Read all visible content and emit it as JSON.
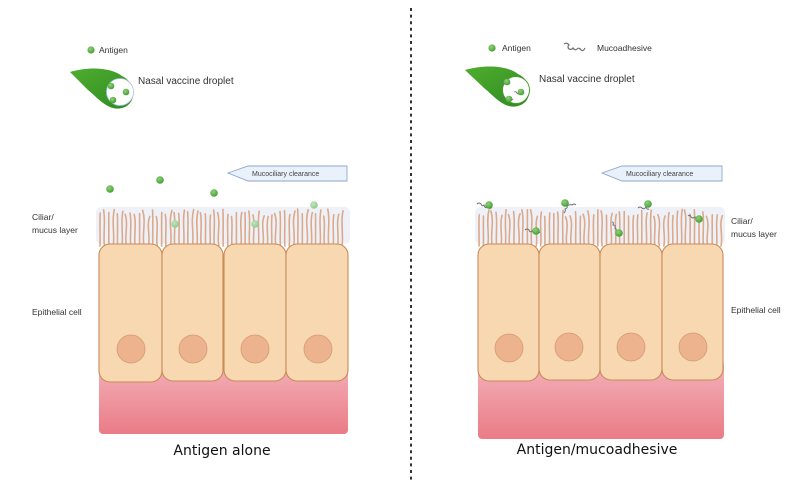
{
  "left_panel": {
    "legend": {
      "antigen_label": "Antigen",
      "droplet_label": "Nasal vaccine droplet"
    },
    "arrow_label": "Mucociliary clearance",
    "ciliar_label_line1": "Ciliar/",
    "ciliar_label_line2": "mucus layer",
    "epithelial_label": "Epithelial cell",
    "caption": "Antigen alone"
  },
  "right_panel": {
    "legend": {
      "antigen_label": "Antigen",
      "mucoadhesive_label": "Mucoadhesive",
      "droplet_label": "Nasal vaccine droplet"
    },
    "arrow_label": "Mucociliary clearance",
    "ciliar_label_line1": "Ciliar/",
    "ciliar_label_line2": "mucus layer",
    "epithelial_label": "Epithelial cell",
    "caption": "Antigen/mucoadhesive"
  },
  "colors": {
    "droplet_green": "#3f9a2a",
    "antigen_green": "#5fb44a",
    "antigen_faded": "#9fd19a",
    "cell_fill": "#f7d8b0",
    "cell_stroke": "#c98a5a",
    "nucleus_fill": "#edb38e",
    "cilia": "#dca98a",
    "mucus_band": "#eef2f8",
    "tissue_top": "#f3a9b2",
    "tissue_bottom": "#ea7f88",
    "arrow_fill": "#e8f0fa",
    "arrow_stroke": "#8aa3c8",
    "mucoadhesive": "#6b6f78",
    "divider": "#333333"
  }
}
